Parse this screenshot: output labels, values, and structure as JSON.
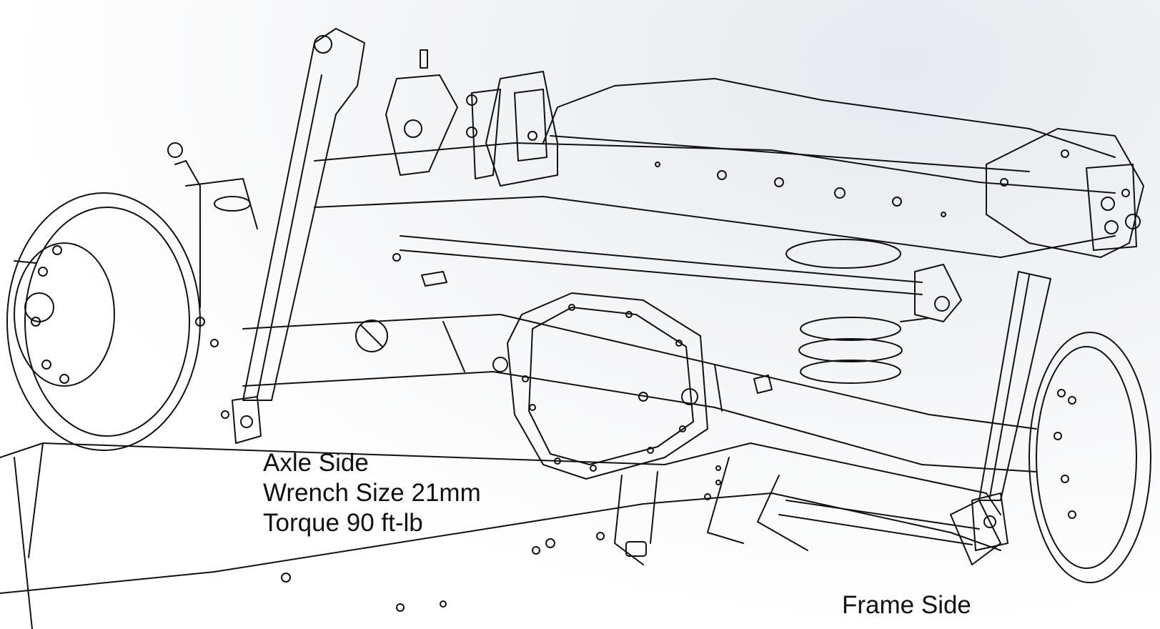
{
  "labels": {
    "axle_side": {
      "title": "Axle Side",
      "wrench": "Wrench Size 21mm",
      "torque": "Torque 90 ft-lb"
    },
    "frame_side": "Frame Side"
  },
  "colors": {
    "line": "#111111",
    "background": "#ffffff",
    "background_shade": "#e6e9ee"
  }
}
